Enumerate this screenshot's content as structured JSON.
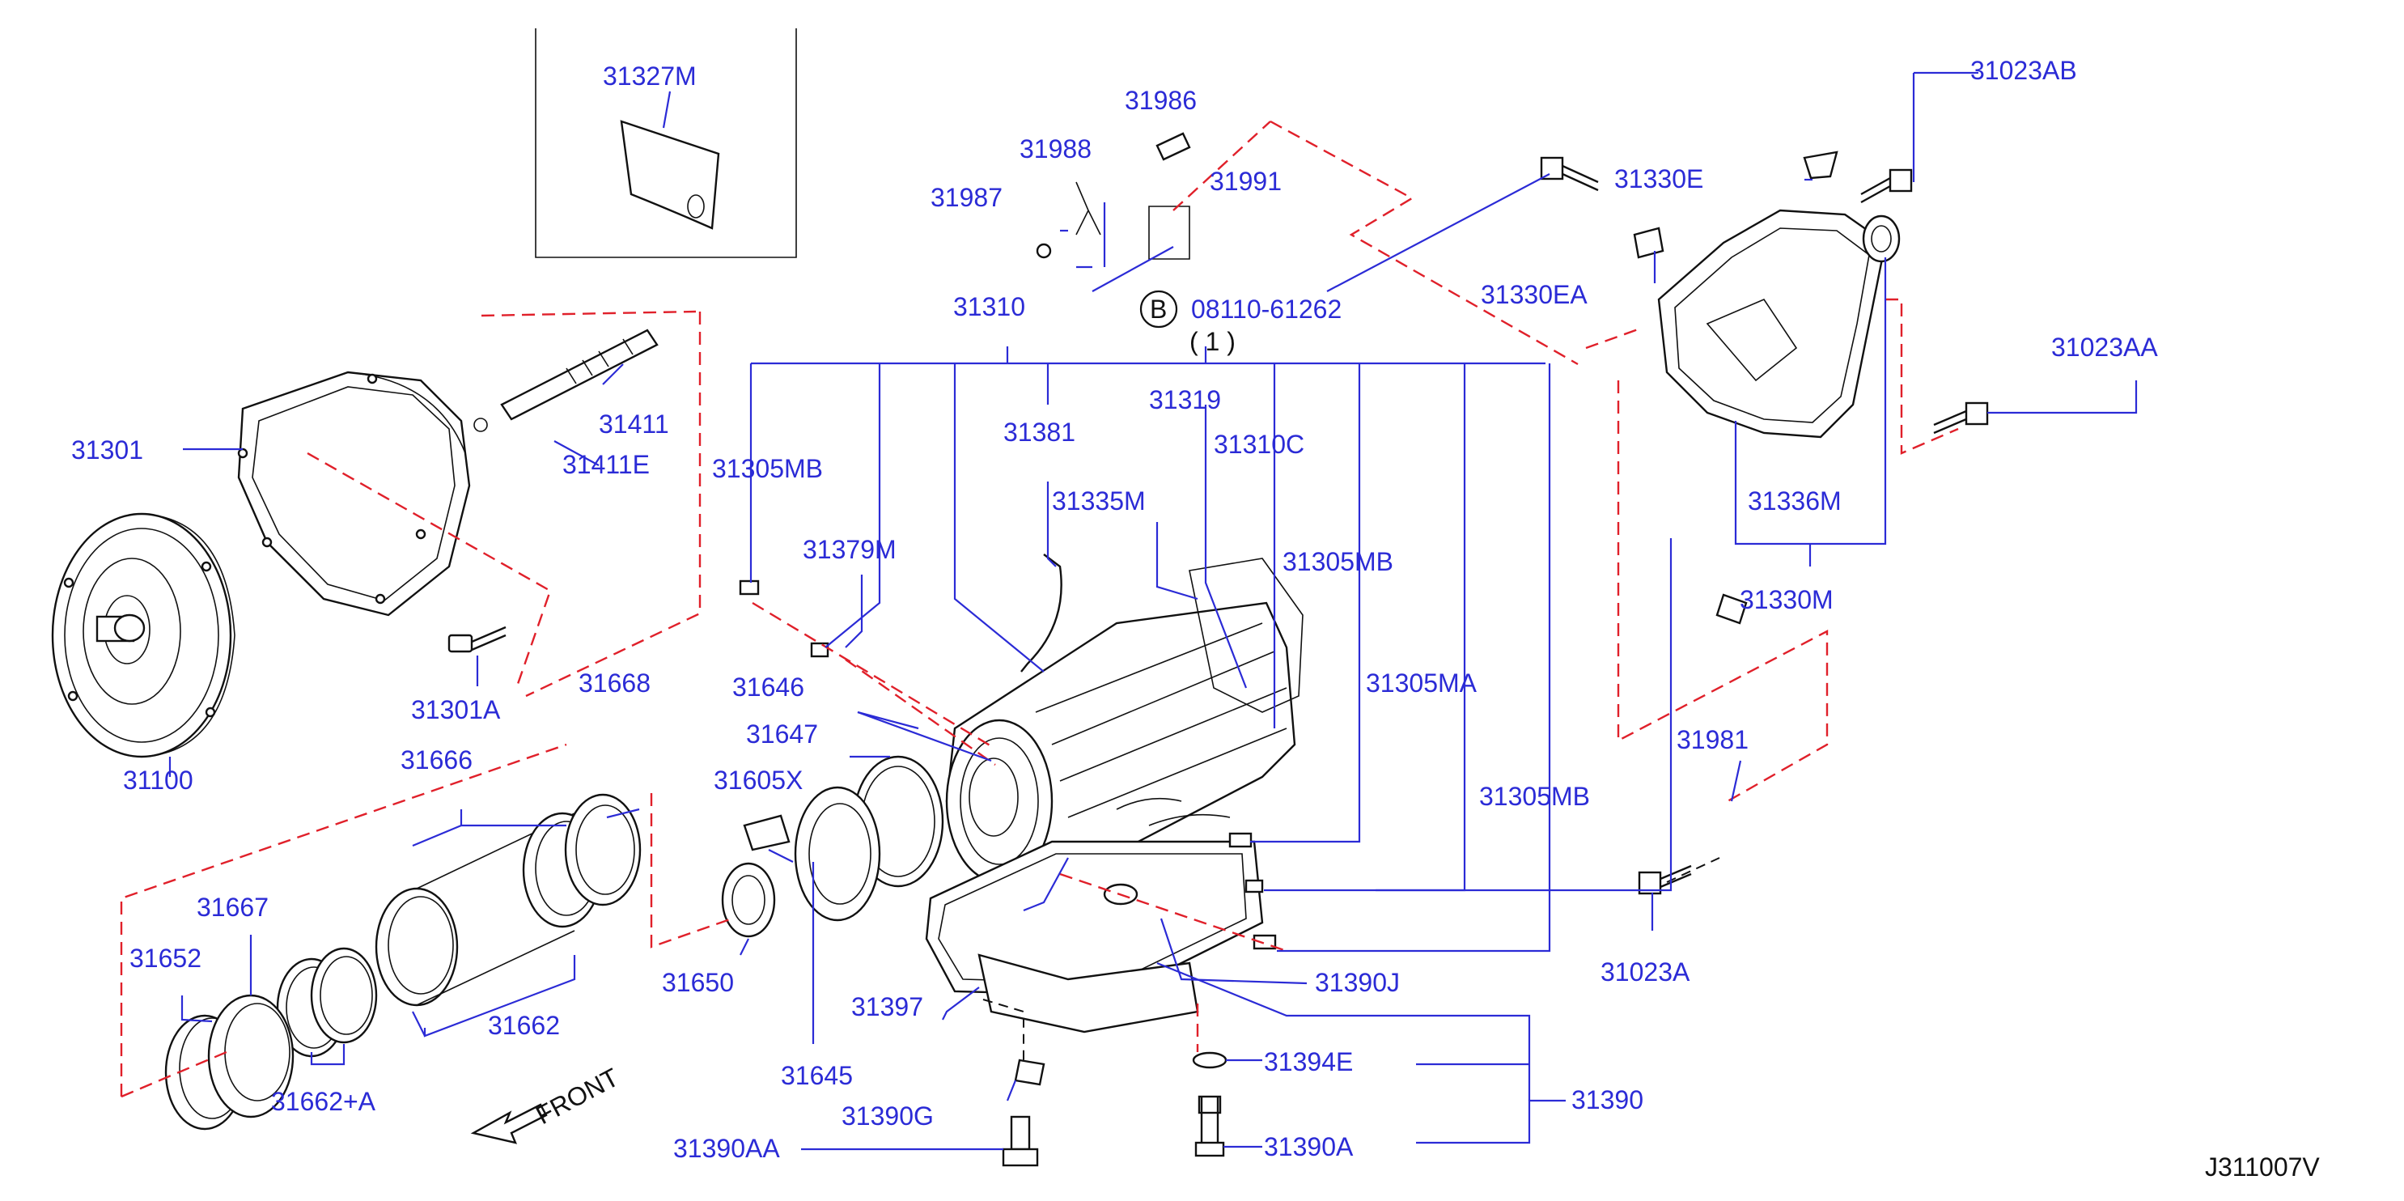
{
  "diagram": {
    "code": "J311007V",
    "front": "FRONT",
    "bolt_symbol": "B",
    "bolt_spec": "08110-61262",
    "bolt_qty": "( 1 )",
    "colors": {
      "label": "#2b2bd6",
      "dashed": "#e0202a",
      "part": "#111111"
    },
    "labels": {
      "p31327M": "31327M",
      "p31986": "31986",
      "p31988": "31988",
      "p31987": "31987",
      "p31991": "31991",
      "p31310": "31310",
      "p31319": "31319",
      "p31381": "31381",
      "p31310C": "31310C",
      "p31305MB_a": "31305MB",
      "p31335M": "31335M",
      "p31379M": "31379M",
      "p31305MB_b": "31305MB",
      "p31305MA": "31305MA",
      "p31305MB_c": "31305MB",
      "p31646": "31646",
      "p31647": "31647",
      "p31605X": "31605X",
      "p31650": "31650",
      "p31645": "31645",
      "p31397": "31397",
      "p31390J": "31390J",
      "p31394E": "31394E",
      "p31390G": "31390G",
      "p31390AA": "31390AA",
      "p31390A": "31390A",
      "p31390": "31390",
      "p31301": "31301",
      "p31411": "31411",
      "p31411E": "31411E",
      "p31301A": "31301A",
      "p31100": "31100",
      "p31668": "31668",
      "p31666": "31666",
      "p31667": "31667",
      "p31652": "31652",
      "p31662": "31662",
      "p31662A": "31662+A",
      "p31023AB": "31023AB",
      "p31330E": "31330E",
      "p31330EA": "31330EA",
      "p31023AA": "31023AA",
      "p31336M": "31336M",
      "p31330M": "31330M",
      "p31981": "31981",
      "p31023A": "31023A"
    }
  }
}
